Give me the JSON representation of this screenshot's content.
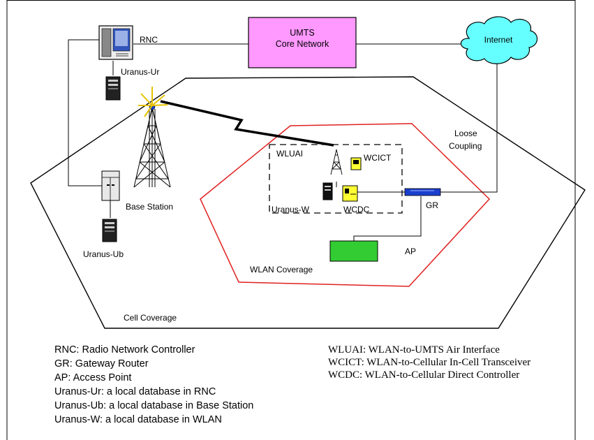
{
  "diagram": {
    "nodes": {
      "rnc": "RNC",
      "core_line1": "UMTS",
      "core_line2": "Core Network",
      "internet": "Internet",
      "uranus_ur": "Uranus-Ur",
      "base_station": "Base Station",
      "uranus_ub": "Uranus-Ub",
      "wluai": "WLUAI",
      "wcict": "WCICT",
      "uranus_w": "Uranus-W",
      "wcdc": "WCDC",
      "gr": "GR",
      "ap": "AP"
    },
    "regions": {
      "loose_line1": "Loose",
      "loose_line2": "Coupling",
      "wlan_coverage": "WLAN Coverage",
      "cell_coverage": "Cell Coverage"
    },
    "colors": {
      "core_fill": "#ff99ff",
      "internet_fill": "#66ffff",
      "wlan_border": "#e02020",
      "ap_fill": "#33cc33",
      "wcict_fill": "#ffff33",
      "gr_fill": "#1a3fcc",
      "lightning": "#000000"
    }
  },
  "legend": {
    "left": [
      "RNC: Radio Network Controller",
      "GR: Gateway Router",
      "AP: Access Point",
      "Uranus-Ur: a local database in RNC",
      "Uranus-Ub: a local database in Base Station",
      "Uranus-W: a local database in WLAN"
    ],
    "right": [
      "WLUAI: WLAN-to-UMTS Air Interface",
      "WCICT: WLAN-to-Cellular In-Cell Transceiver",
      "WCDC: WLAN-to-Cellular Direct Controller"
    ]
  }
}
